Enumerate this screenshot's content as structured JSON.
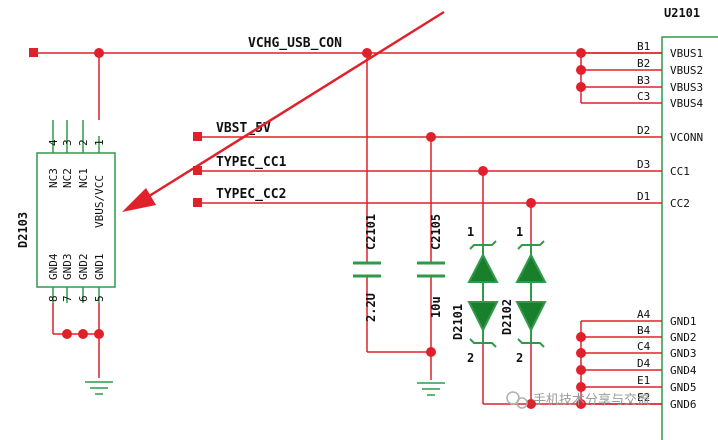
{
  "u2101": {
    "designator": "U2101",
    "pins": [
      {
        "num": "B1",
        "name": "VBUS1"
      },
      {
        "num": "B2",
        "name": "VBUS2"
      },
      {
        "num": "B3",
        "name": "VBUS3"
      },
      {
        "num": "C3",
        "name": "VBUS4"
      },
      {
        "num": "D2",
        "name": "VCONN"
      },
      {
        "num": "D3",
        "name": "CC1"
      },
      {
        "num": "D1",
        "name": "CC2"
      },
      {
        "num": "A4",
        "name": "GND1"
      },
      {
        "num": "B4",
        "name": "GND2"
      },
      {
        "num": "C4",
        "name": "GND3"
      },
      {
        "num": "D4",
        "name": "GND4"
      },
      {
        "num": "E1",
        "name": "GND5"
      },
      {
        "num": "E2",
        "name": "GND6"
      }
    ]
  },
  "nets": {
    "vchg": "VCHG_USB_CON",
    "vbst": "VBST_5V",
    "cc1": "TYPEC_CC1",
    "cc2": "TYPEC_CC2"
  },
  "d2103": {
    "designator": "D2103",
    "top_pins": [
      {
        "num": "4",
        "name": "NC3"
      },
      {
        "num": "3",
        "name": "NC2"
      },
      {
        "num": "2",
        "name": "NC1"
      },
      {
        "num": "1",
        "name": "VBUS/VCC"
      }
    ],
    "bottom_pins": [
      {
        "num": "8",
        "name": "GND4"
      },
      {
        "num": "7",
        "name": "GND3"
      },
      {
        "num": "6",
        "name": "GND2"
      },
      {
        "num": "5",
        "name": "GND1"
      }
    ]
  },
  "c2101": {
    "designator": "C2101",
    "value": "2.2U"
  },
  "c2105": {
    "designator": "C2105",
    "value": "10u"
  },
  "d2101": {
    "designator": "D2101",
    "pin_top": "1",
    "pin_bottom": "2"
  },
  "d2102": {
    "designator": "D2102",
    "pin_top": "1",
    "pin_bottom": "2"
  },
  "watermark": "手机技术分享与交流",
  "colors": {
    "wire": "#e0202a",
    "component": "#2e9a4a",
    "diode_fill": "#1a7f2c",
    "ground": "#2e9a4a",
    "text": "#111111"
  }
}
